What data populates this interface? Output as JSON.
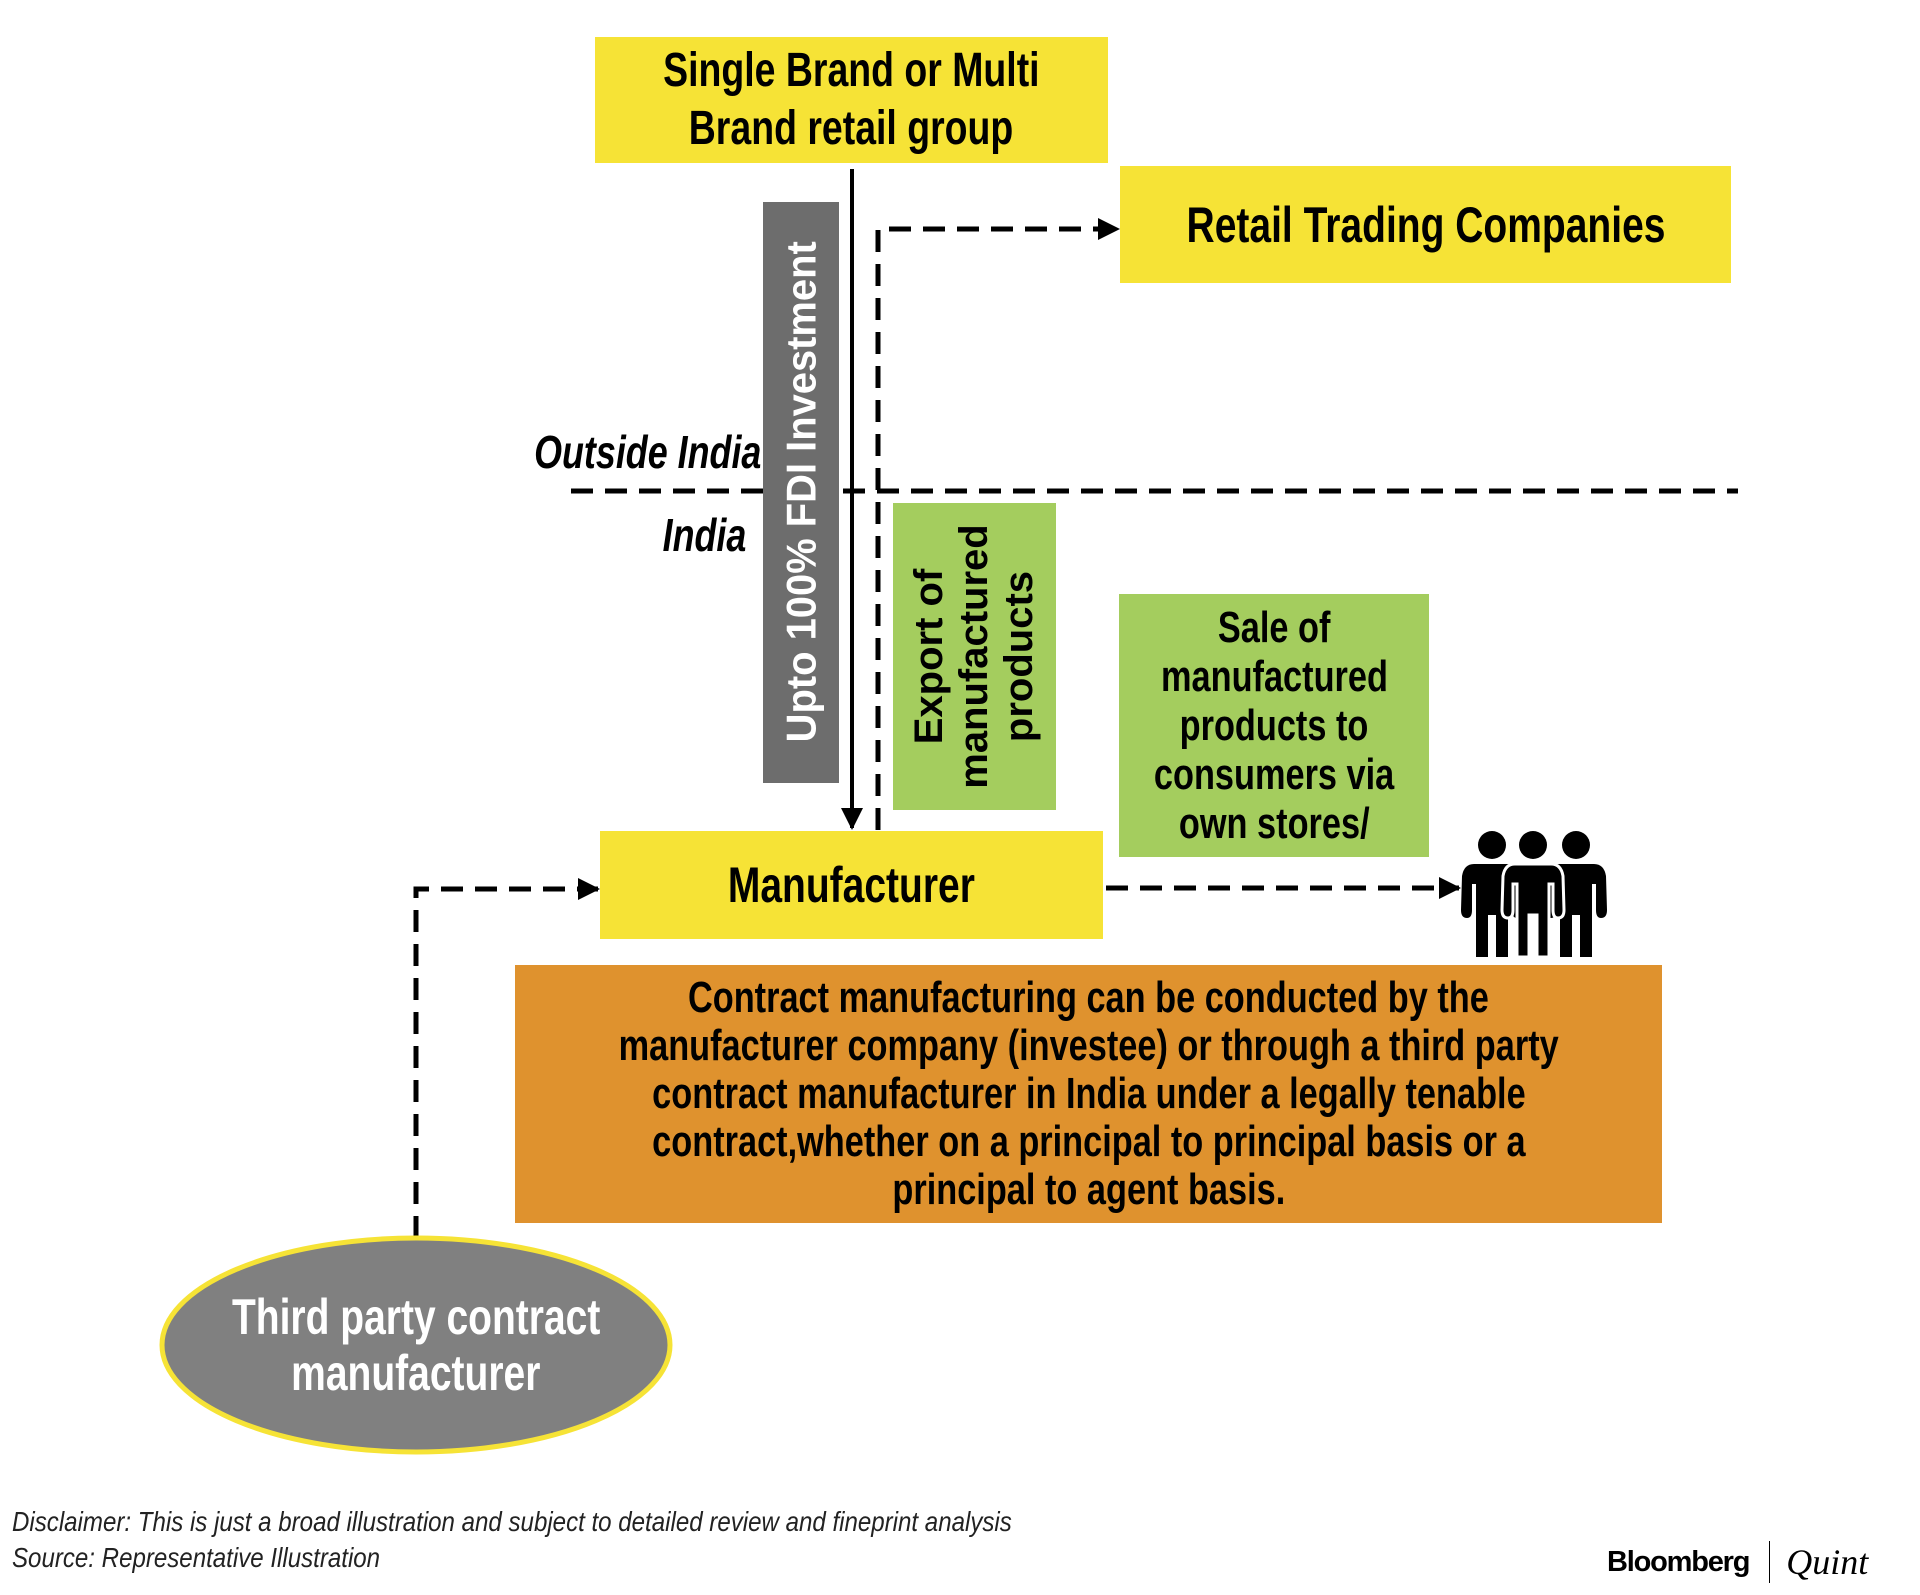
{
  "diagram": {
    "nodes": {
      "retail_group": {
        "lines": [
          "Single Brand or Multi",
          "Brand retail group"
        ]
      },
      "retail_trading": {
        "label": "Retail Trading Companies"
      },
      "manufacturer": {
        "label": "Manufacturer"
      },
      "third_party": {
        "lines": [
          "Third party contract",
          "manufacturer"
        ]
      },
      "consumers": {
        "icon": "people-group-icon"
      }
    },
    "annotations": {
      "fdi": "Upto 100% FDI Investment",
      "export": [
        "Export of",
        "manufactured",
        "products"
      ],
      "sale": [
        "Sale of",
        "manufactured",
        "products to",
        "consumers via",
        "own stores/"
      ],
      "contract_note": [
        "Contract manufacturing can be conducted by the",
        "manufacturer company (investee) or through a third party",
        "contract manufacturer in India under a legally tenable",
        "contract,whether on a principal to principal basis or a",
        "principal to agent basis."
      ]
    },
    "regions": {
      "outside": "Outside India",
      "inside": "India"
    },
    "edges": [
      {
        "from": "retail_group",
        "to": "manufacturer",
        "style": "solid",
        "label": "fdi"
      },
      {
        "from": "manufacturer",
        "to": "retail_trading",
        "style": "dashed",
        "label": "export"
      },
      {
        "from": "third_party",
        "to": "manufacturer",
        "style": "dashed"
      },
      {
        "from": "manufacturer",
        "to": "consumers",
        "style": "dashed",
        "label": "sale"
      }
    ]
  },
  "footer": {
    "disclaimer": "Disclaimer: This is just a broad illustration and subject to detailed review and fineprint analysis",
    "source": "Source: Representative Illustration",
    "logo_left": "Bloomberg",
    "logo_right": "Quint"
  },
  "colors": {
    "yellow": "#f6e336",
    "green": "#a4cd5e",
    "orange": "#df922e",
    "gray_bar": "#6d6d6d",
    "ellipse_fill": "#808080"
  }
}
